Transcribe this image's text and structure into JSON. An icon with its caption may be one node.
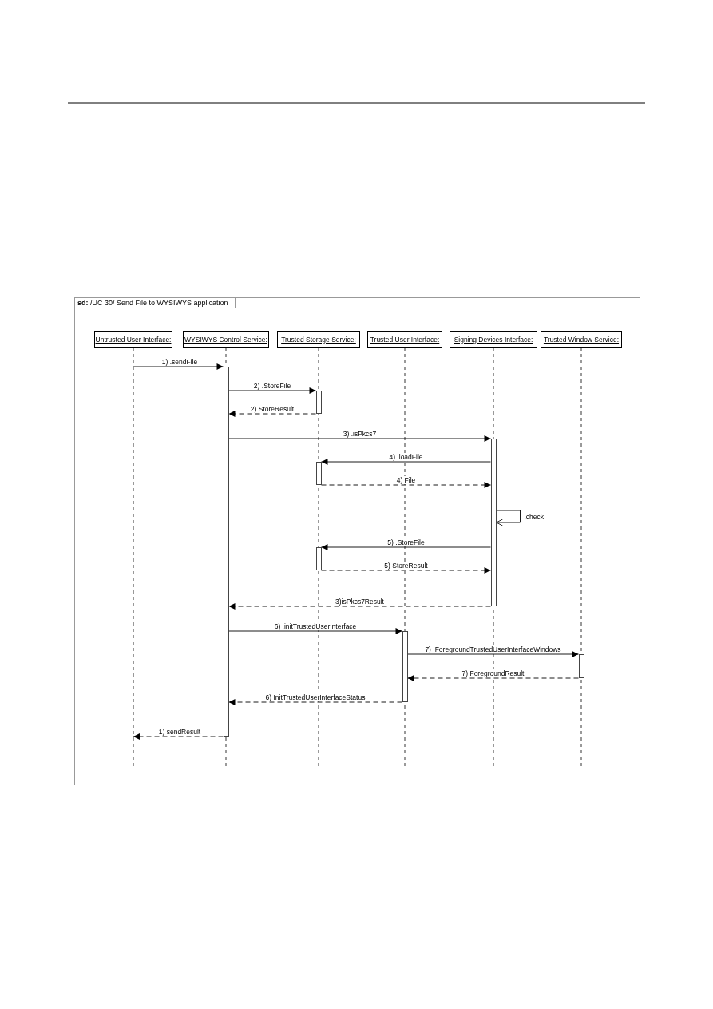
{
  "diagram": {
    "nodes": [
      {
        "text": [
          "**sd:** /UC 30/ Send File to WYSIWYS application"
        ]
      },
      {
        "text": [
          "Untrusted User Interface:"
        ],
        "in": 0
      },
      {
        "text": [
          "WYSIWYS Control Service:"
        ],
        "in": 0
      },
      {
        "text": [
          "Trusted Storage Service:"
        ],
        "in": 0
      },
      {
        "text": [
          "Trusted User Interface:"
        ],
        "in": 0
      },
      {
        "text": [
          "Signing Devices Interface:"
        ],
        "in": 0
      },
      {
        "text": [
          "Trusted Window Service:"
        ],
        "in": 0
      },
      {
        "text": [],
        "shape": "bar",
        "in": 0
      },
      {
        "text": [],
        "shape": "bar",
        "in": 0
      },
      {
        "text": [],
        "shape": "bar",
        "in": 0
      },
      {
        "text": [],
        "shape": "bar",
        "in": 0
      },
      {
        "text": [],
        "shape": "bar",
        "in": 0
      },
      {
        "text": [],
        "shape": "bar",
        "in": 0
      },
      {
        "text": [],
        "shape": "bar",
        "in": 0
      }
    ],
    "edges": [
      {
        "from": null,
        "to": 7,
        "arrow": "to",
        "label": "1) .sendFile"
      },
      {
        "from": 7,
        "to": 8,
        "arrow": "to",
        "label": "2) .StoreFile"
      },
      {
        "from": 8,
        "to": 7,
        "arrow": "to",
        "label": "2) StoreResult",
        "style": "dashed"
      },
      {
        "from": 7,
        "to": 9,
        "arrow": "to",
        "label": "3) .isPkcs7"
      },
      {
        "from": 9,
        "to": 10,
        "arrow": "to",
        "label": "4) .loadFile"
      },
      {
        "from": 10,
        "to": 9,
        "arrow": "to",
        "label": "4) File",
        "style": "dashed"
      },
      {
        "from": 9,
        "to": 9,
        "arrow": "to",
        "label": ".check"
      },
      {
        "from": 9,
        "to": 11,
        "arrow": "to",
        "label": "5) .StoreFile"
      },
      {
        "from": 11,
        "to": 9,
        "arrow": "to",
        "label": "5) StoreResult",
        "style": "dashed"
      },
      {
        "from": 9,
        "to": 7,
        "arrow": "to",
        "label": "3)isPkcs7Result",
        "style": "dashed"
      },
      {
        "from": 7,
        "to": 12,
        "arrow": "to",
        "label": "6) .initTrustedUserInterface"
      },
      {
        "from": 12,
        "to": 13,
        "arrow": "to",
        "label": "7) .ForegroundTrustedUserInterfaceWindows"
      },
      {
        "from": 13,
        "to": 12,
        "arrow": "to",
        "label": "7) ForegroundResult",
        "style": "dashed"
      },
      {
        "from": 12,
        "to": 7,
        "arrow": "to",
        "label": "6) InitTrustedUserInterfaceStatus",
        "style": "dashed"
      },
      {
        "from": 7,
        "to": null,
        "arrow": "to",
        "label": "1) sendResult",
        "style": "dashed"
      }
    ]
  }
}
